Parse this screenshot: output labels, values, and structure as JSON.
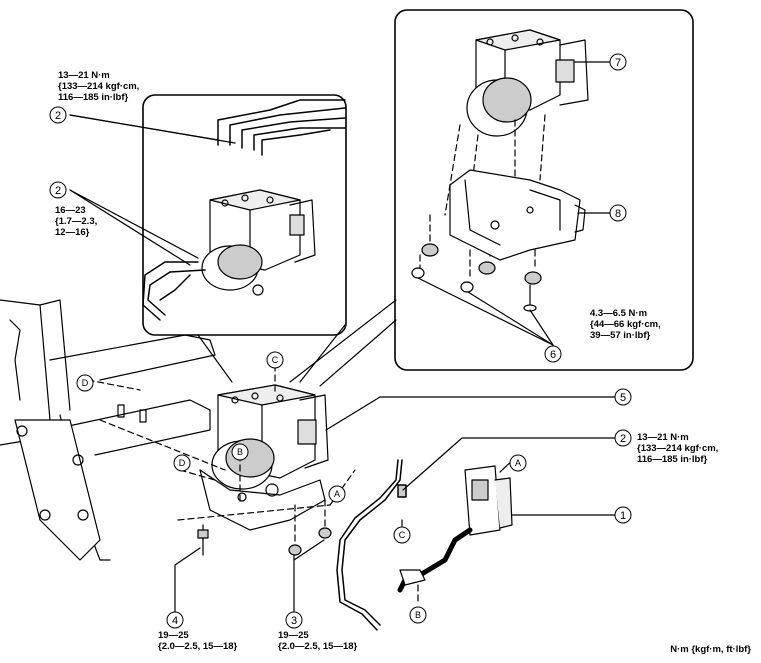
{
  "callouts": {
    "c1": "1",
    "c2a": "2",
    "c2b": "2",
    "c2c": "2",
    "c3": "3",
    "c4": "4",
    "c5": "5",
    "c6": "6",
    "c7": "7",
    "c8": "8",
    "refA1": "A",
    "refA2": "A",
    "refB1": "B",
    "refB2": "B",
    "refC1": "C",
    "refC2": "C",
    "refD1": "D",
    "refD2": "D"
  },
  "torque_specs": {
    "brake_pipe_top": [
      "13—21 N·m",
      "{133—214 kgf·cm,",
      "116—185 in·lbf}"
    ],
    "brake_pipe_left": [
      "16—23",
      "{1.7—2.3,",
      "12—16}"
    ],
    "bracket_bolts": [
      "4.3—6.5 N·m",
      "{44—66 kgf·cm,",
      "39—57 in·lbf}"
    ],
    "brake_pipe_right": [
      "13—21 N·m",
      "{133—214 kgf·cm,",
      "116—185 in·lbf}"
    ],
    "bolt_4": [
      "19—25",
      "{2.0—2.5, 15—18}"
    ],
    "nut_3": [
      "19—25",
      "{2.0—2.5, 15—18}"
    ]
  },
  "units_note": "N·m {kgf·m, ft·lbf}"
}
